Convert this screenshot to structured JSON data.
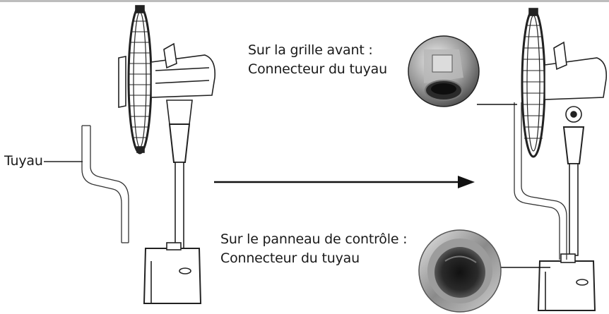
{
  "labels": {
    "hose": "Tuyau",
    "front_grille": {
      "line1": "Sur la grille avant :",
      "line2": "Connecteur du tuyau"
    },
    "control_panel": {
      "line1": "Sur le panneau de contrôle :",
      "line2": "Connecteur du tuyau"
    }
  },
  "icons": [
    "standing-fan-icon",
    "hose-icon",
    "arrow-right-icon",
    "connector-closeup-icon"
  ]
}
